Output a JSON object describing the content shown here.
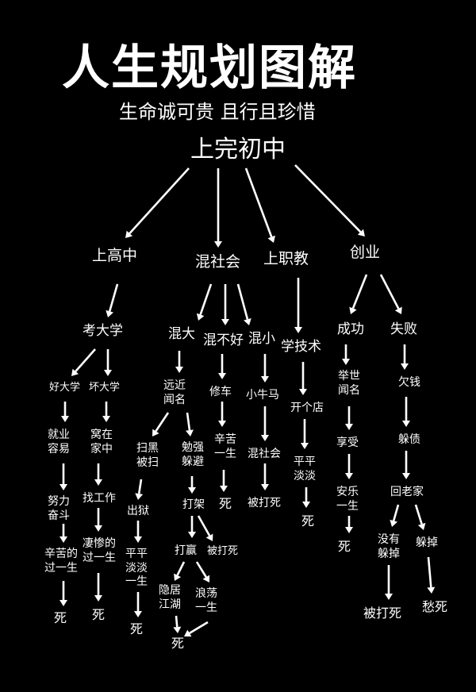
{
  "title": "人生规划图解",
  "subtitle": "生命诚可贵  且行且珍惜",
  "root": "上完初中",
  "level1": [
    "上高中",
    "混社会",
    "上职教",
    "创业"
  ],
  "hs": {
    "kaodaxue": "考大学",
    "haodaxue": "好大学",
    "huaidaxue": "坏大学",
    "jiuye": "就业\n容易",
    "wozai": "窝在\n家中",
    "nuli": "努力\n奋斗",
    "zhao": "找工作",
    "xinku": "辛苦的\n过一生",
    "qicann": "凄惨的\n过一生",
    "si1": "死",
    "si2": "死"
  },
  "hsh": {
    "hunda": "混大",
    "hunbuhao": "混不好",
    "hunxiao": "混小",
    "yuanjin": "远近\n闻名",
    "saohei": "扫黑\n被扫",
    "mianqiang": "勉强\n躲避",
    "chuyu": "出狱",
    "dajia": "打架",
    "pingdan": "平平\n淡淡\n一生",
    "daying": "打赢",
    "beidasi_a": "被打死",
    "yinju": "隐居\n江湖",
    "langdang": "浪荡\n一生",
    "si_a": "死",
    "si_b": "死",
    "xiuche": "修车",
    "xinku": "辛苦\n一生",
    "si_c": "死",
    "xiaoniuma": "小牛马",
    "hunshehui": "混社会",
    "beidasi_b": "被打死"
  },
  "voc": {
    "xuejishu": "学技术",
    "kaigedian": "开个店",
    "pingdan": "平平\n淡淡",
    "si": "死"
  },
  "biz": {
    "chenggong": "成功",
    "shibai": "失败",
    "jushi": "举世\n闻名",
    "xiangshou": "享受",
    "anle": "安乐\n一生",
    "si": "死",
    "qianqian": "欠钱",
    "duozhai": "躲债",
    "huilaojia": "回老家",
    "meiyou": "没有\n躲掉",
    "duodiao": "躲掉",
    "beidasi": "被打死",
    "chousi": "愁死"
  }
}
